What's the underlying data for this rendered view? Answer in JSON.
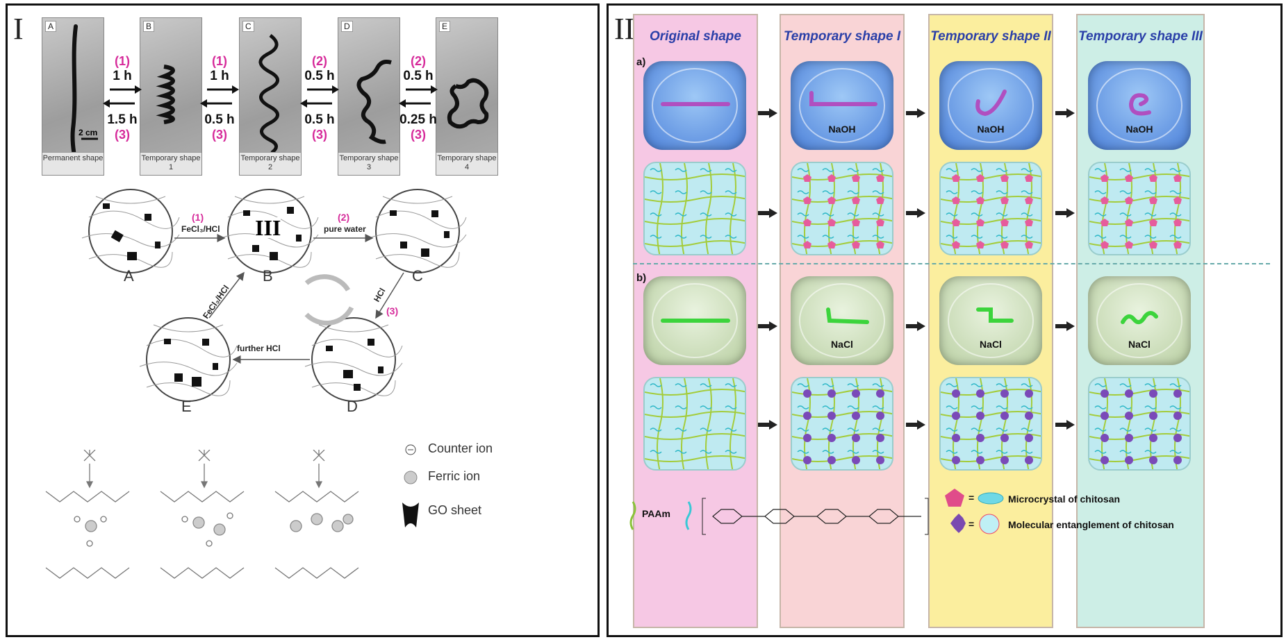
{
  "panel1": {
    "roman": "I",
    "photos": [
      {
        "tag": "A",
        "caption": "Permanent shape"
      },
      {
        "tag": "B",
        "caption": "Temporary shape 1"
      },
      {
        "tag": "C",
        "caption": "Temporary shape 2"
      },
      {
        "tag": "D",
        "caption": "Temporary shape 3"
      },
      {
        "tag": "E",
        "caption": "Temporary shape 4"
      }
    ],
    "scale_bar": "2 cm",
    "steps": [
      {
        "top_n": "(1)",
        "forward": "1 h",
        "back": "1.5 h",
        "bottom_n": "(3)"
      },
      {
        "top_n": "(1)",
        "forward": "1 h",
        "back": "0.5 h",
        "bottom_n": "(3)"
      },
      {
        "top_n": "(2)",
        "forward": "0.5 h",
        "back": "0.5 h",
        "bottom_n": "(3)"
      },
      {
        "top_n": "(2)",
        "forward": "0.5 h",
        "back": "0.25 h",
        "bottom_n": "(3)"
      }
    ],
    "cycle": {
      "nodes": [
        "A",
        "B",
        "C",
        "D",
        "E"
      ],
      "ab_num": "(1)",
      "ab_text": "FeCl₃/HCl",
      "bc_num": "(2)",
      "bc_text": "pure water",
      "cd_text": "HCl",
      "cd_num": "(3)",
      "de_text": "further HCl",
      "eb_text": "FeCl₃/HCl",
      "b_mark": "III"
    },
    "legend": {
      "counter": "Counter ion",
      "ferric": "Ferric ion",
      "go": "GO sheet"
    }
  },
  "panel2": {
    "roman": "II",
    "columns": [
      {
        "title": "Original shape",
        "color": "#f6c8e4"
      },
      {
        "title": "Temporary shape I",
        "color": "#f9d4d6"
      },
      {
        "title": "Temporary shape II",
        "color": "#fbee9e"
      },
      {
        "title": "Temporary shape III",
        "color": "#cdeee6"
      }
    ],
    "row_a_label": "a)",
    "row_b_label": "b)",
    "row_a_salt": [
      "",
      "NaOH",
      "NaOH",
      "NaOH"
    ],
    "row_b_salt": [
      "",
      "NaCl",
      "NaCl",
      "NaCl"
    ],
    "legend": {
      "paam": "PAAm",
      "microcrystal": "Microcrystal of chitosan",
      "entanglement": "Molecular entanglement of chitosan"
    }
  }
}
